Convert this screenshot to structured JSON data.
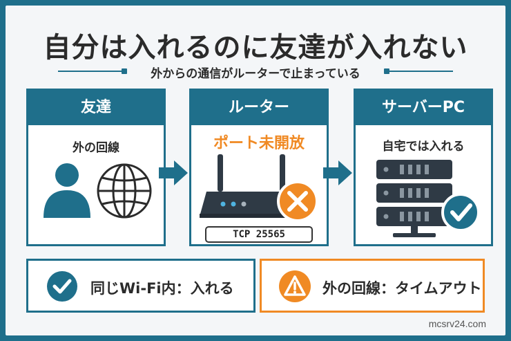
{
  "title": "自分は入れるのに友達が入れない",
  "subtitle": "外からの通信がルーターで止まっている",
  "colors": {
    "primary": "#1f6f8b",
    "warning": "#f08a24",
    "dark": "#2f3a45"
  },
  "cards": {
    "friend": {
      "header": "友達",
      "label": "外の回線",
      "icons": [
        "person-icon",
        "globe-icon"
      ]
    },
    "router": {
      "header": "ルーター",
      "alert": "ポート未開放",
      "port": "TCP 25565",
      "icons": [
        "router-icon",
        "error-x-icon"
      ]
    },
    "server": {
      "header": "サーバーPC",
      "label": "自宅では入れる",
      "icons": [
        "server-icon",
        "check-icon"
      ]
    }
  },
  "status": {
    "ok": {
      "text": "同じWi-Fi内：入れる",
      "icon": "check-icon"
    },
    "ng": {
      "text": "外の回線：タイムアウト",
      "icon": "warning-icon"
    }
  },
  "credit": "mcsrv24.com"
}
